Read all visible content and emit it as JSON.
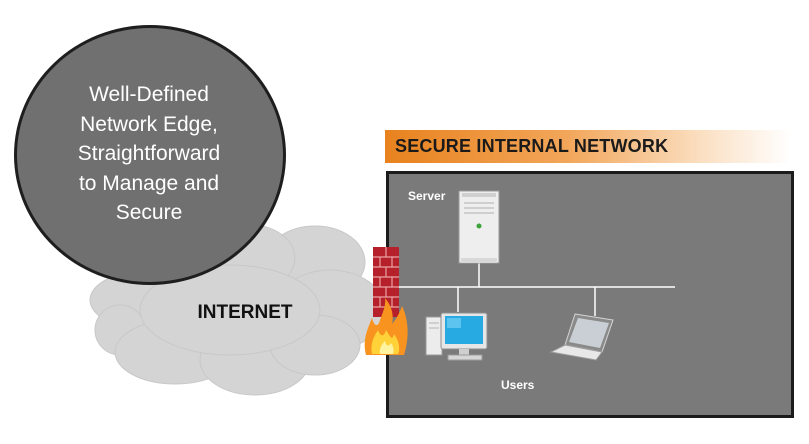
{
  "bubble": {
    "text": "Well-Defined Network Edge, Straightforward to Manage and Secure",
    "lines": [
      "Well-Defined",
      "Network Edge,",
      "Straightforward",
      "to Manage and",
      "Secure"
    ]
  },
  "internet": {
    "label": "INTERNET"
  },
  "network": {
    "title": "SECURE INTERNAL NETWORK",
    "server_label": "Server",
    "users_label": "Users"
  },
  "colors": {
    "bubble_fill": "#707070",
    "network_fill": "#7a7a7a",
    "header_accent": "#e8821e",
    "cloud_fill": "#d4d4d4",
    "firewall_brick": "#b5202a"
  }
}
